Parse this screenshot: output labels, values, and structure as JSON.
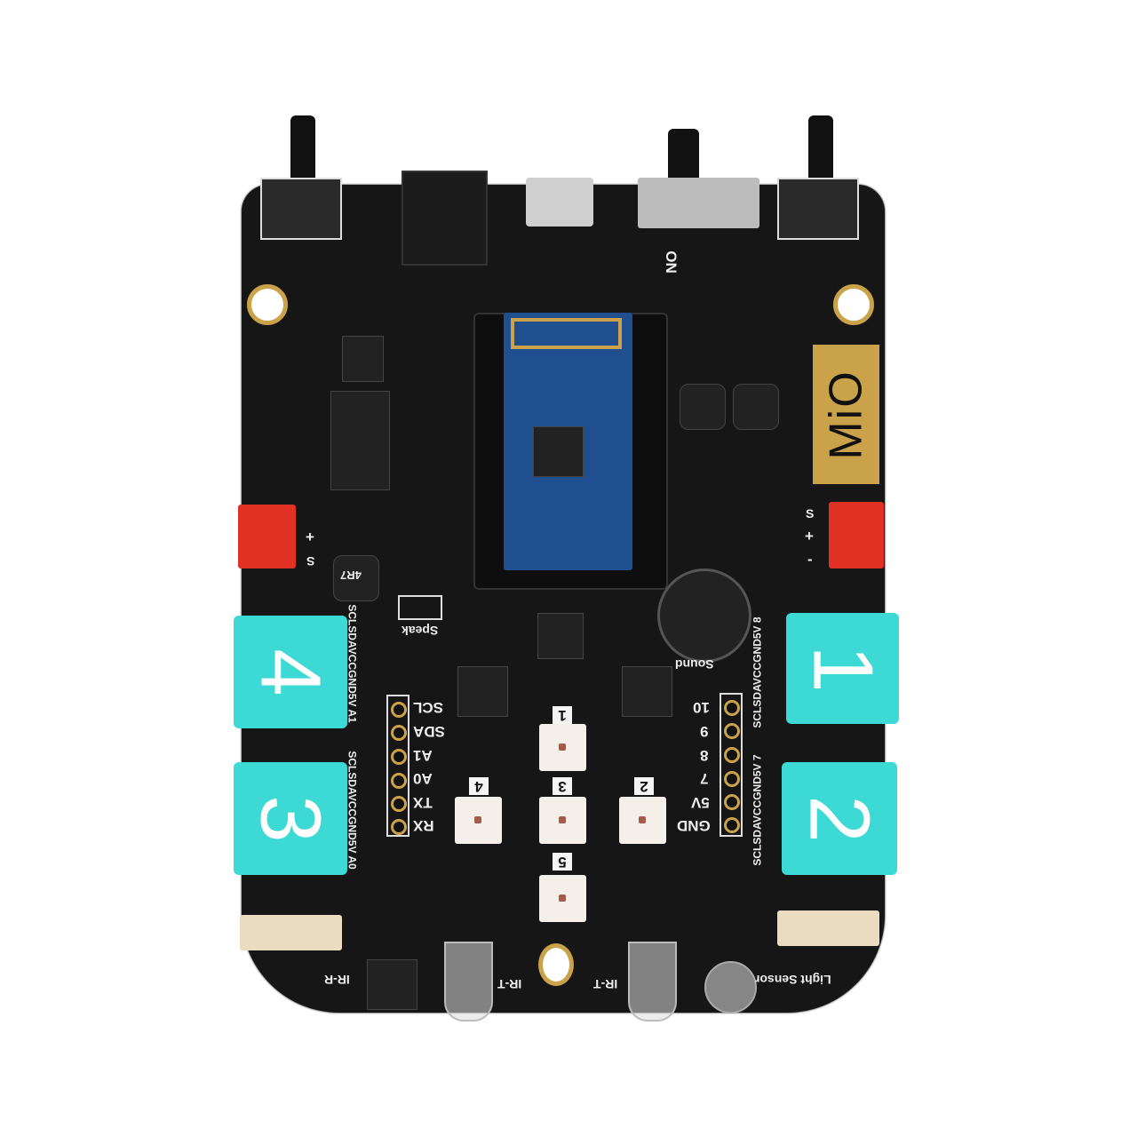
{
  "logo": "MiO",
  "switch_label": "ON",
  "ports": [
    {
      "number": "1"
    },
    {
      "number": "2"
    },
    {
      "number": "3"
    },
    {
      "number": "4"
    }
  ],
  "port_pin_labels": {
    "left_top": "SCLSDAVCCGND5V A1",
    "left_bottom": "SCLSDAVCCGND5V A0",
    "right_top": "SCLSDAVCCGND5V 8",
    "right_bottom": "SCLSDAVCCGND5V 7"
  },
  "left_header": [
    "SCL",
    "SDA",
    "A1",
    "A0",
    "TX",
    "RX"
  ],
  "right_header": [
    "10",
    "9",
    "8",
    "7",
    "5V",
    "GND"
  ],
  "led_numbers": [
    "1",
    "2",
    "3",
    "4",
    "5"
  ],
  "servo_labels": {
    "s": "S",
    "plus": "+",
    "minus": "-"
  },
  "speaker_label": "Speak",
  "sound_label": "Sound",
  "inductor_label": "4R7",
  "ir_receiver_label": "IR-R",
  "ir_transmitter_label": "IR-T",
  "light_sensor_label": "Light Sensor",
  "colors": {
    "board": "#161616",
    "port_accent": "#3dd9d4",
    "module": "#1f4f8f",
    "logo_gold": "#c9a24a",
    "connector": "#e03124"
  }
}
